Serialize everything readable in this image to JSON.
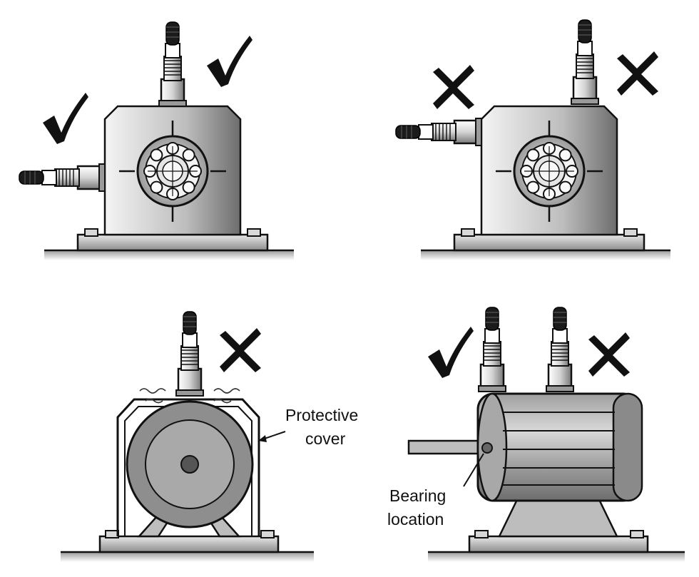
{
  "labels": {
    "protective_cover": [
      "Protective",
      "cover"
    ],
    "bearing_location": [
      "Bearing",
      "location"
    ]
  },
  "marks": {
    "correct": "check-mark",
    "incorrect": "cross-mark"
  },
  "colors": {
    "outline": "#111111",
    "body_light": "#f2f2f2",
    "body_dark": "#6a6a6a",
    "floor": "#cfcfcf"
  }
}
